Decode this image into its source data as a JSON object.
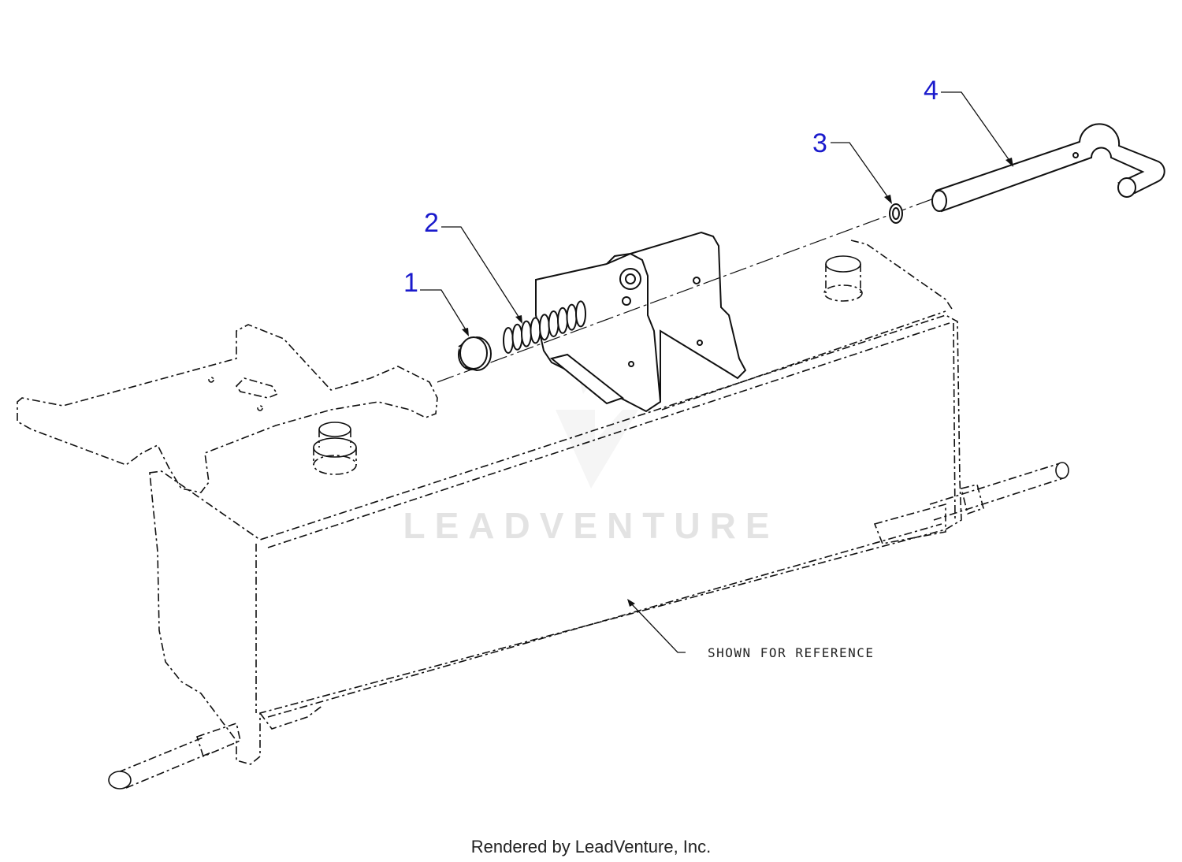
{
  "callouts": [
    {
      "id": "part-1",
      "label": "1"
    },
    {
      "id": "part-2",
      "label": "2"
    },
    {
      "id": "part-3",
      "label": "3"
    },
    {
      "id": "part-4",
      "label": "4"
    }
  ],
  "reference_note": "SHOWN FOR REFERENCE",
  "watermark": "LEADVENTURE",
  "footer": "Rendered by LeadVenture, Inc.",
  "colors": {
    "callout_number": "#1a1acc",
    "line_art": "#111111",
    "watermark": "#e3e3e3"
  }
}
